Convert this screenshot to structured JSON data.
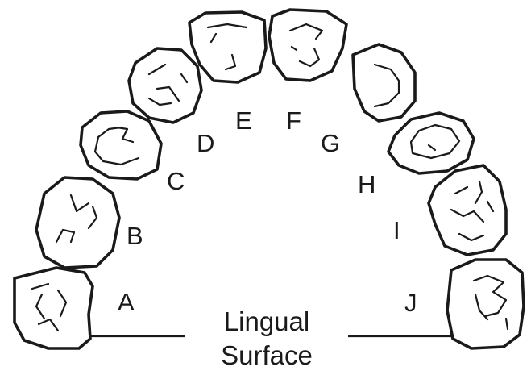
{
  "caption": {
    "line1": "Lingual",
    "line2": "Surface"
  },
  "teeth": [
    {
      "id": "A",
      "label": "A"
    },
    {
      "id": "B",
      "label": "B"
    },
    {
      "id": "C",
      "label": "C"
    },
    {
      "id": "D",
      "label": "D"
    },
    {
      "id": "E",
      "label": "E"
    },
    {
      "id": "F",
      "label": "F"
    },
    {
      "id": "G",
      "label": "G"
    },
    {
      "id": "H",
      "label": "H"
    },
    {
      "id": "I",
      "label": "I"
    },
    {
      "id": "J",
      "label": "J"
    }
  ]
}
